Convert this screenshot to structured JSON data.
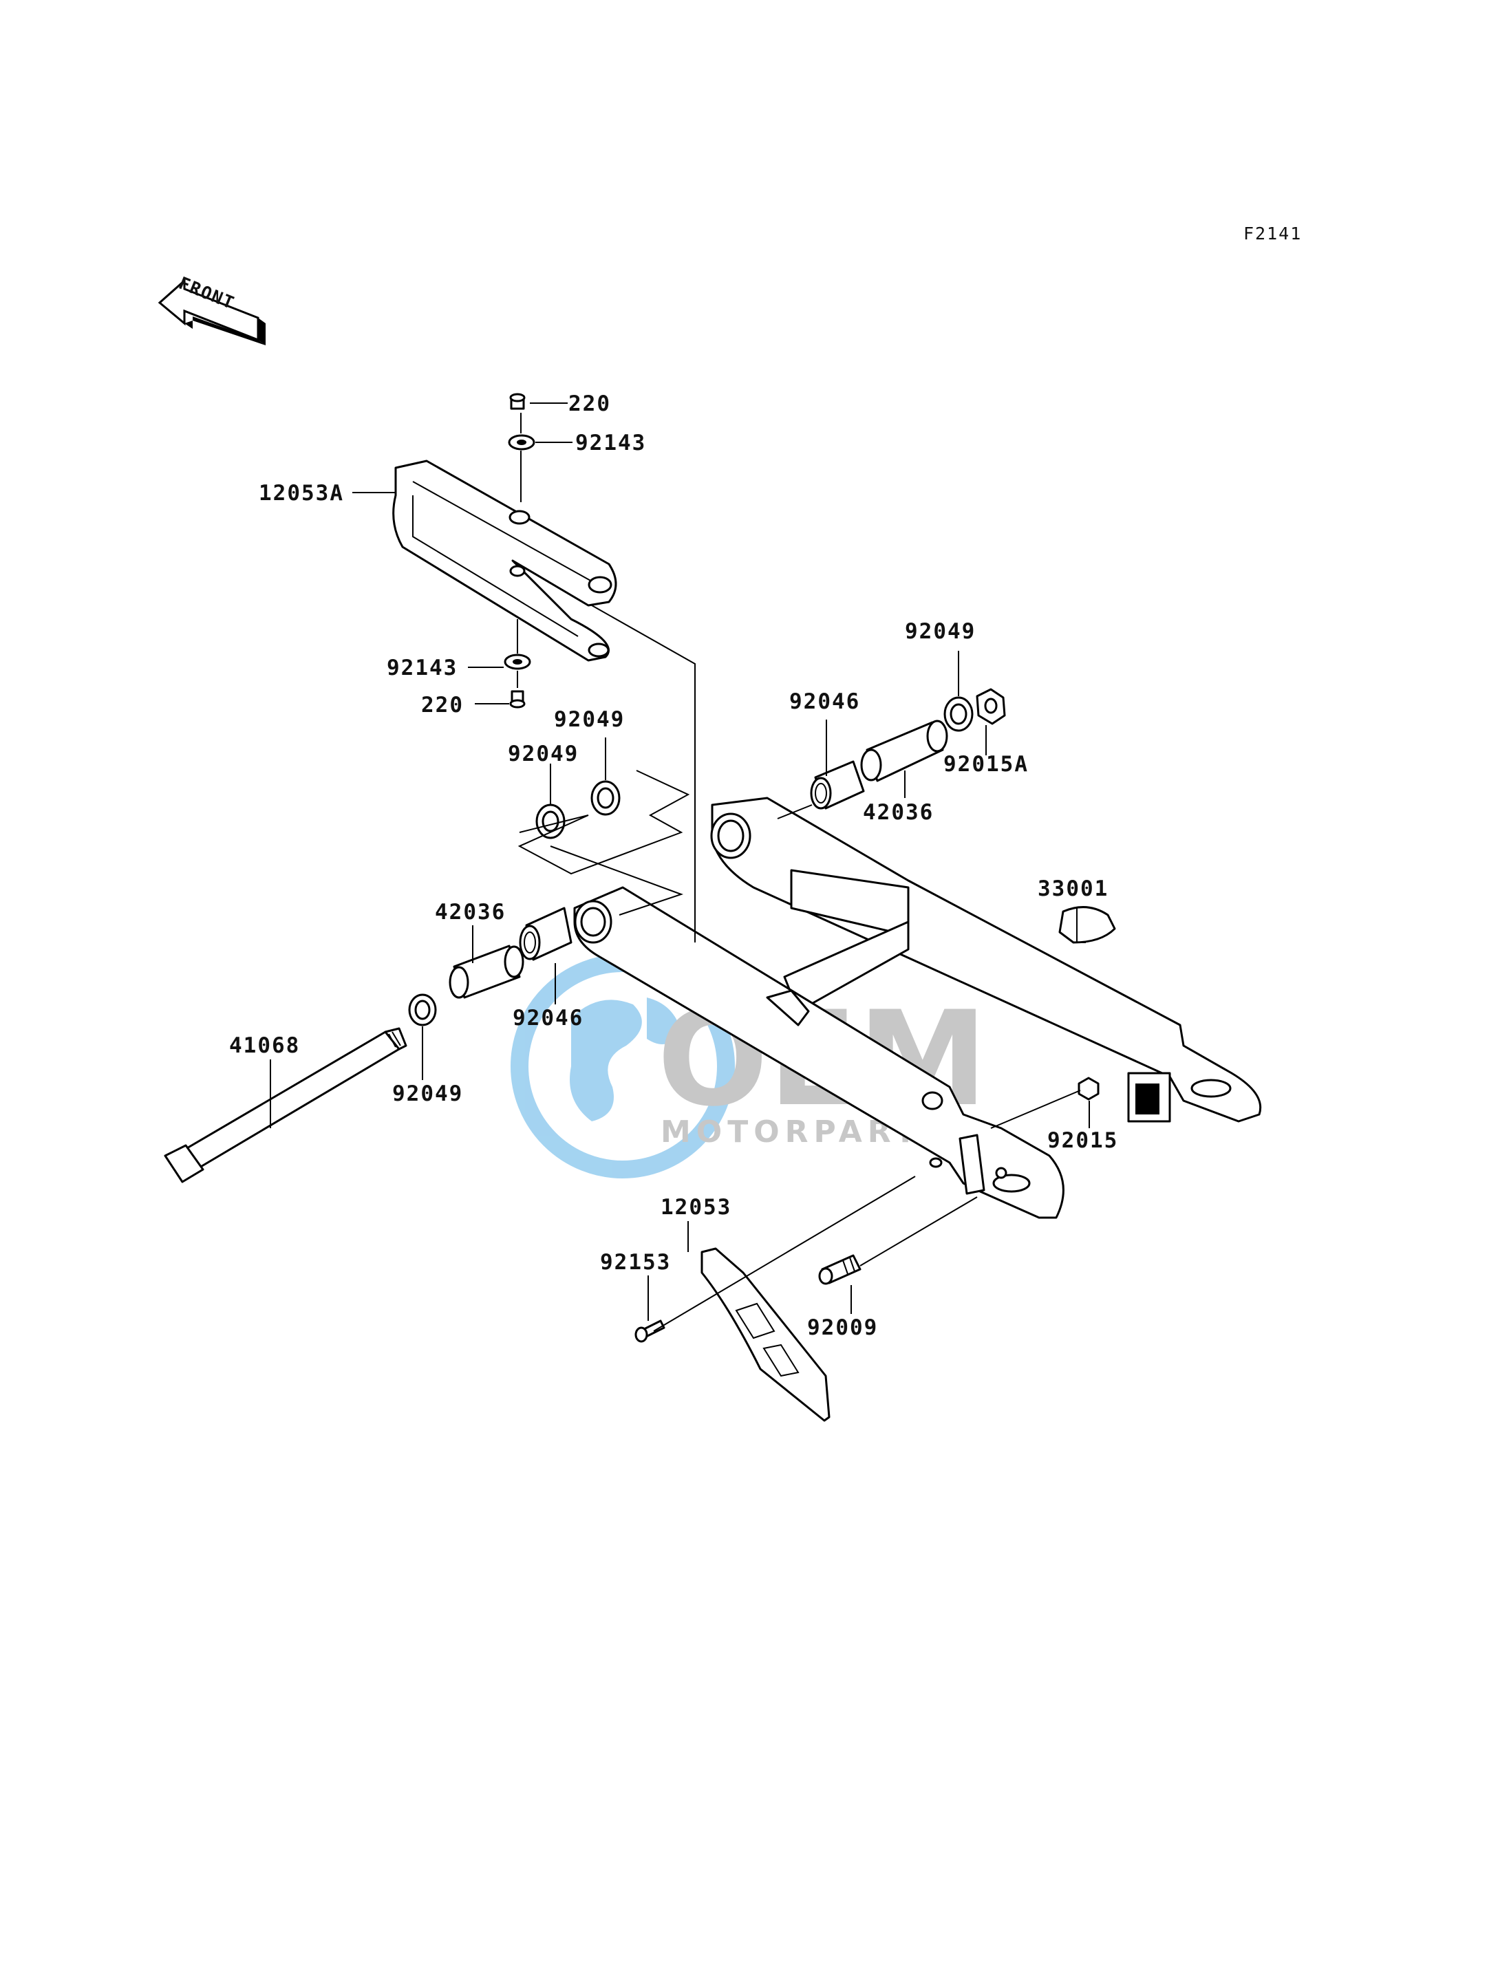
{
  "diagram_code": "F2141",
  "front_arrow": {
    "label": "FRONT",
    "icon": "front-direction-arrow-icon"
  },
  "watermark": {
    "brand": "OEM",
    "tagline": "MOTORPARTS",
    "color": "#4aa3df"
  },
  "callouts": [
    {
      "id": "bolt-220-top",
      "label": "220"
    },
    {
      "id": "collar-92143-top",
      "label": "92143"
    },
    {
      "id": "chain-guide-12053A",
      "label": "12053A"
    },
    {
      "id": "collar-92143-bottom",
      "label": "92143"
    },
    {
      "id": "bolt-220-bottom",
      "label": "220"
    },
    {
      "id": "seal-92049-right",
      "label": "92049"
    },
    {
      "id": "bearing-92046-right",
      "label": "92046"
    },
    {
      "id": "nut-92015A",
      "label": "92015A"
    },
    {
      "id": "sleeve-42036-right",
      "label": "42036"
    },
    {
      "id": "seal-92049-upper",
      "label": "92049"
    },
    {
      "id": "seal-92049-left",
      "label": "92049"
    },
    {
      "id": "swingarm-33001",
      "label": "33001"
    },
    {
      "id": "sleeve-42036-left",
      "label": "42036"
    },
    {
      "id": "bearing-92046-left",
      "label": "92046"
    },
    {
      "id": "shaft-41068",
      "label": "41068"
    },
    {
      "id": "seal-92049-lower",
      "label": "92049"
    },
    {
      "id": "nut-92015",
      "label": "92015"
    },
    {
      "id": "chain-guard-12053",
      "label": "12053"
    },
    {
      "id": "bolt-92153",
      "label": "92153"
    },
    {
      "id": "bolt-92009",
      "label": "92009"
    }
  ]
}
